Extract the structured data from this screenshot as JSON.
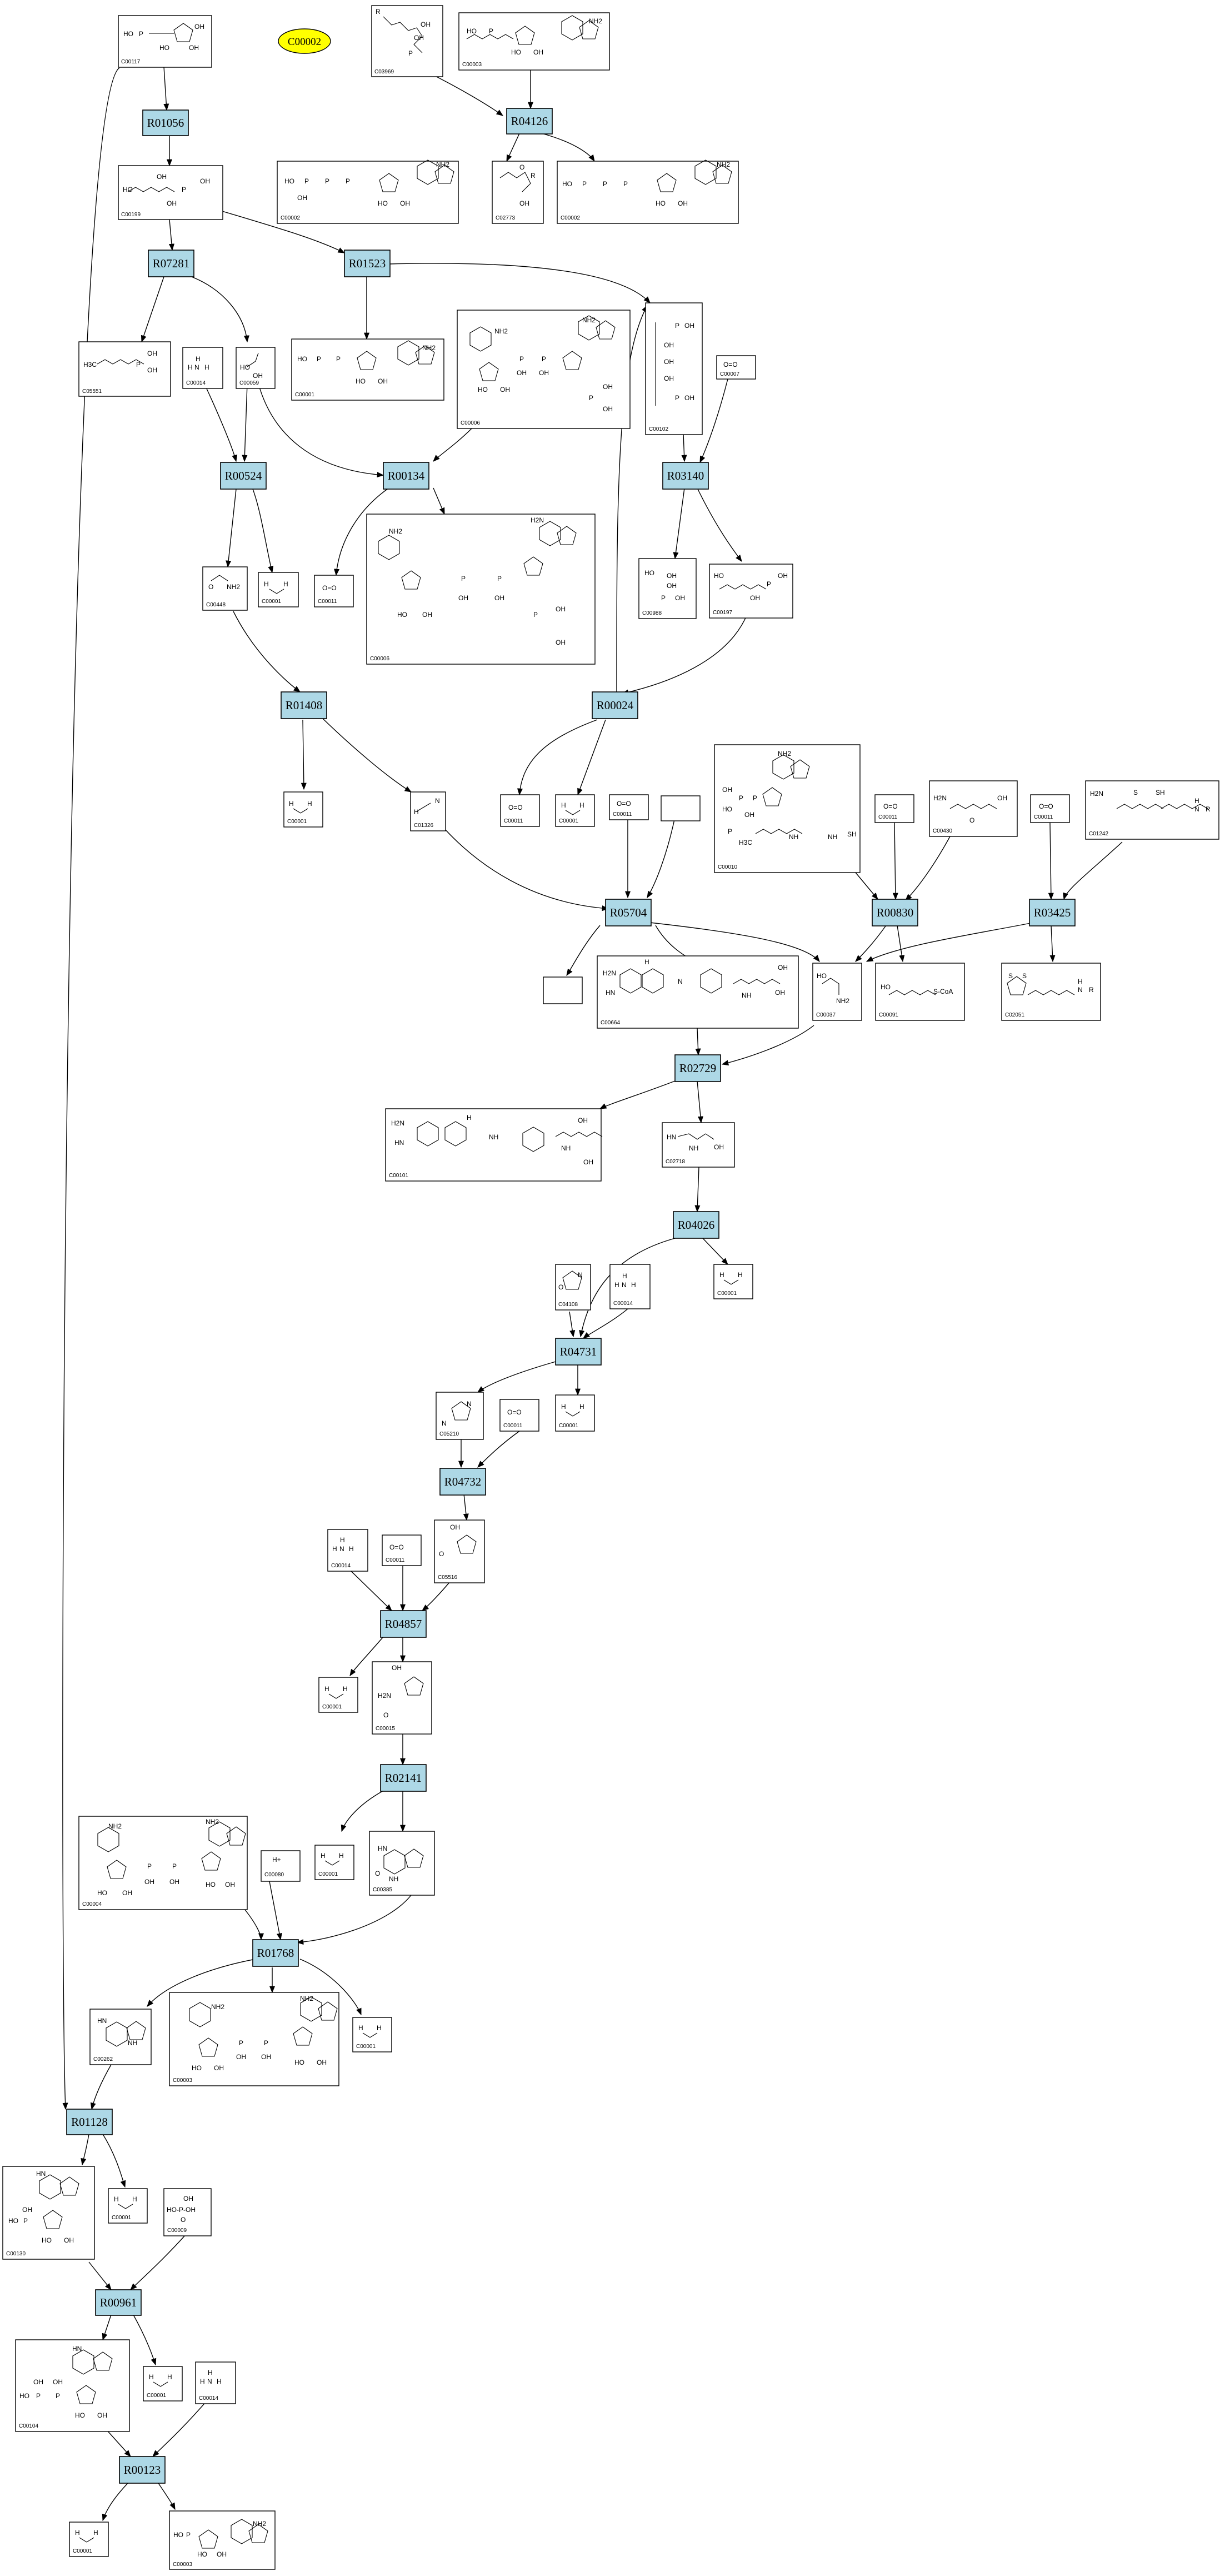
{
  "root": "C00002",
  "reactions": [
    {
      "id": "R01056",
      "label": "R01056"
    },
    {
      "id": "R04126",
      "label": "R04126"
    },
    {
      "id": "R07281",
      "label": "R07281"
    },
    {
      "id": "R01523",
      "label": "R01523"
    },
    {
      "id": "R00524",
      "label": "R00524"
    },
    {
      "id": "R00134",
      "label": "R00134"
    },
    {
      "id": "R03140",
      "label": "R03140"
    },
    {
      "id": "R01408",
      "label": "R01408"
    },
    {
      "id": "R00024",
      "label": "R00024"
    },
    {
      "id": "R05704",
      "label": "R05704"
    },
    {
      "id": "R00830",
      "label": "R00830"
    },
    {
      "id": "R03425",
      "label": "R03425"
    },
    {
      "id": "R02729",
      "label": "R02729"
    },
    {
      "id": "R04026",
      "label": "R04026"
    },
    {
      "id": "R04731",
      "label": "R04731"
    },
    {
      "id": "R04732",
      "label": "R04732"
    },
    {
      "id": "R04857",
      "label": "R04857"
    },
    {
      "id": "R02141",
      "label": "R02141"
    },
    {
      "id": "R01768",
      "label": "R01768"
    },
    {
      "id": "R01128",
      "label": "R01128"
    },
    {
      "id": "R00961",
      "label": "R00961"
    },
    {
      "id": "R00123",
      "label": "R00123"
    }
  ],
  "compounds": [
    {
      "key": "c00117a",
      "label": "C00117"
    },
    {
      "key": "c03969",
      "label": "C03969"
    },
    {
      "key": "c00003a",
      "label": "C00003"
    },
    {
      "key": "c00199",
      "label": "C00199"
    },
    {
      "key": "c00002a",
      "label": "C00002"
    },
    {
      "key": "c02773",
      "label": "C02773"
    },
    {
      "key": "c00002b",
      "label": "C00002"
    },
    {
      "key": "c05551",
      "label": "C05551"
    },
    {
      "key": "c00014a",
      "label": "C00014"
    },
    {
      "key": "c00059",
      "label": "C00059"
    },
    {
      "key": "c00001a",
      "label": "C00001"
    },
    {
      "key": "c00006a",
      "label": "C00006"
    },
    {
      "key": "c00102",
      "label": "C00102"
    },
    {
      "key": "c00007",
      "label": "C00007"
    },
    {
      "key": "c00448",
      "label": "C00448"
    },
    {
      "key": "c00001b",
      "label": "C00001"
    },
    {
      "key": "c00011a",
      "label": "C00011"
    },
    {
      "key": "c00006b",
      "label": "C00006"
    },
    {
      "key": "c00988",
      "label": "C00988"
    },
    {
      "key": "c00197",
      "label": "C00197"
    },
    {
      "key": "c00001c",
      "label": "C00001"
    },
    {
      "key": "c01326",
      "label": "C01326"
    },
    {
      "key": "c00011b",
      "label": "C00011"
    },
    {
      "key": "c00001d",
      "label": "C00001"
    },
    {
      "key": "c00011c",
      "label": "C00011"
    },
    {
      "key": "blank1",
      "label": ""
    },
    {
      "key": "c00010",
      "label": "C00010"
    },
    {
      "key": "c00011d",
      "label": "C00011"
    },
    {
      "key": "c00430",
      "label": "C00430"
    },
    {
      "key": "c00011e",
      "label": "C00011"
    },
    {
      "key": "c01242",
      "label": "C01242"
    },
    {
      "key": "blank2",
      "label": ""
    },
    {
      "key": "c00664",
      "label": "C00664"
    },
    {
      "key": "c00037",
      "label": "C00037"
    },
    {
      "key": "c00091",
      "label": "C00091"
    },
    {
      "key": "c02051",
      "label": "C02051"
    },
    {
      "key": "c00101",
      "label": "C00101"
    },
    {
      "key": "c02718",
      "label": "C02718"
    },
    {
      "key": "c04108",
      "label": "C04108"
    },
    {
      "key": "c00014b",
      "label": "C00014"
    },
    {
      "key": "c00001e",
      "label": "C00001"
    },
    {
      "key": "c05210",
      "label": "C05210"
    },
    {
      "key": "c00011f",
      "label": "C00011"
    },
    {
      "key": "c00001f",
      "label": "C00001"
    },
    {
      "key": "c00014c",
      "label": "C00014"
    },
    {
      "key": "c00011g",
      "label": "C00011"
    },
    {
      "key": "c05516",
      "label": "C05516"
    },
    {
      "key": "c00001g",
      "label": "C00001"
    },
    {
      "key": "c00015",
      "label": "C00015"
    },
    {
      "key": "c00004",
      "label": "C00004"
    },
    {
      "key": "c00080",
      "label": "C00080"
    },
    {
      "key": "c00001h",
      "label": "C00001"
    },
    {
      "key": "c00385",
      "label": "C00385"
    },
    {
      "key": "c00262",
      "label": "C00262"
    },
    {
      "key": "c00003b",
      "label": "C00003"
    },
    {
      "key": "c00001i",
      "label": "C00001"
    },
    {
      "key": "c00130",
      "label": "C00130"
    },
    {
      "key": "c00001j",
      "label": "C00001"
    },
    {
      "key": "c00009",
      "label": "C00009"
    },
    {
      "key": "c00104",
      "label": "C00104"
    },
    {
      "key": "c00001k",
      "label": "C00001"
    },
    {
      "key": "c00014d",
      "label": "C00014"
    },
    {
      "key": "c00001l",
      "label": "C00001"
    },
    {
      "key": "c00003c",
      "label": "C00003"
    }
  ],
  "text": {
    "P": "P",
    "OH": "OH",
    "HO": "HO",
    "O": "O",
    "N": "N",
    "NH": "NH",
    "NH2": "NH2",
    "H2N": "H2N",
    "HN": "HN",
    "H": "H",
    "Hplus": "H+",
    "R": "R",
    "SH": "SH",
    "S": "S",
    "SCoA": "S-CoA",
    "OO": "O=O",
    "HOPOH": "HO-P-OH",
    "H3C": "H3C"
  }
}
